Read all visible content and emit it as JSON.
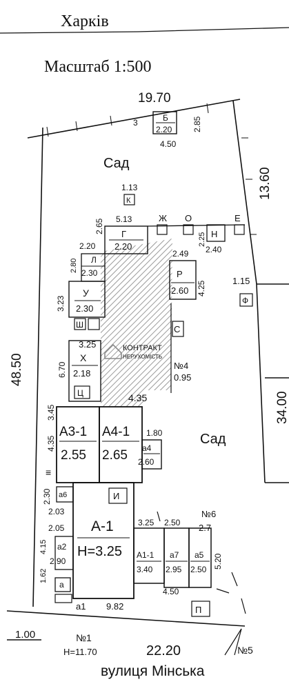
{
  "header": {
    "city": "Харків",
    "scale": "Масштаб 1:500",
    "street": "вулиця Мінська"
  },
  "watermark": {
    "line1": "КОНТРАКТ",
    "line2": "НЕРУХОМІСТЬ",
    "color": "#8a8a8a"
  },
  "colors": {
    "ink": "#111111",
    "hatch": "#9a9a9a",
    "paper": "#ffffff"
  },
  "plot": {
    "top": "19.70",
    "right_upper": "13.60",
    "right_lower": "34.00",
    "left": "48.50",
    "bottom": "22.20",
    "offset": "1.00",
    "fence_small": "1.15"
  },
  "garden_labels": {
    "top": "Сад",
    "right": "Сад"
  },
  "structures": {
    "b": {
      "name": "Б",
      "height": "2.20",
      "w": "4.50",
      "d": "2.85",
      "side": "3"
    },
    "k": {
      "name": "К",
      "value": "1.13"
    },
    "g": {
      "name": "Г",
      "w": "5.13",
      "h": "2.20",
      "d": "2.65"
    },
    "zh": {
      "name": "Ж"
    },
    "o": {
      "name": "О"
    },
    "e": {
      "name": "Е"
    },
    "n": {
      "name": "Н",
      "w": "2.40",
      "d": "2.25"
    },
    "l": {
      "name": "Л",
      "w": "2.20",
      "h": "2.30",
      "d": "2.80"
    },
    "u": {
      "name": "У",
      "h": "2.30",
      "d": "3.23"
    },
    "sh": {
      "name": "Ш"
    },
    "r": {
      "name": "Р",
      "h": "2.60",
      "w": "2.49",
      "d": "4.25"
    },
    "f": {
      "name": "Ф"
    },
    "s": {
      "name": "С"
    },
    "x": {
      "name": "Х",
      "h": "2.18",
      "w": "3.25",
      "d": "6.70"
    },
    "ts": {
      "name": "Ц"
    },
    "n4": {
      "name": "№4",
      "value": "0.95"
    },
    "yard_dim": "4.35",
    "a31": {
      "name": "А3-1",
      "h": "2.55",
      "d1": "3.45",
      "d2": "4.35"
    },
    "a41": {
      "name": "А4-1",
      "h": "2.65",
      "w": "1.80"
    },
    "a4": {
      "name": "а4",
      "h": "2.60"
    },
    "i": {
      "name": "И"
    },
    "a6": {
      "name": "а6",
      "w": "2.30",
      "d": "2.03"
    },
    "a1main": {
      "name": "А-1",
      "h": "Н=3.25"
    },
    "a2": {
      "name": "а2",
      "h": "2.90",
      "d1": "2.05",
      "d2": "4.15"
    },
    "a": {
      "name": "а",
      "d": "1.62"
    },
    "a11": {
      "name": "А1-1",
      "h": "3.40",
      "w": "3.25"
    },
    "a7": {
      "name": "а7",
      "h": "2.95",
      "w": "2.50"
    },
    "a5": {
      "name": "а5",
      "h": "2.50",
      "d": "5.20"
    },
    "n6": {
      "name": "№6",
      "value": "2.7"
    },
    "bottom_row": {
      "a1": "а1",
      "w1": "9.82",
      "w2": "4.50"
    },
    "p": {
      "name": "П"
    },
    "n1": {
      "name": "№1",
      "h": "Н=11.70"
    },
    "n5": {
      "name": "№5"
    },
    "e_mark": "≡"
  }
}
